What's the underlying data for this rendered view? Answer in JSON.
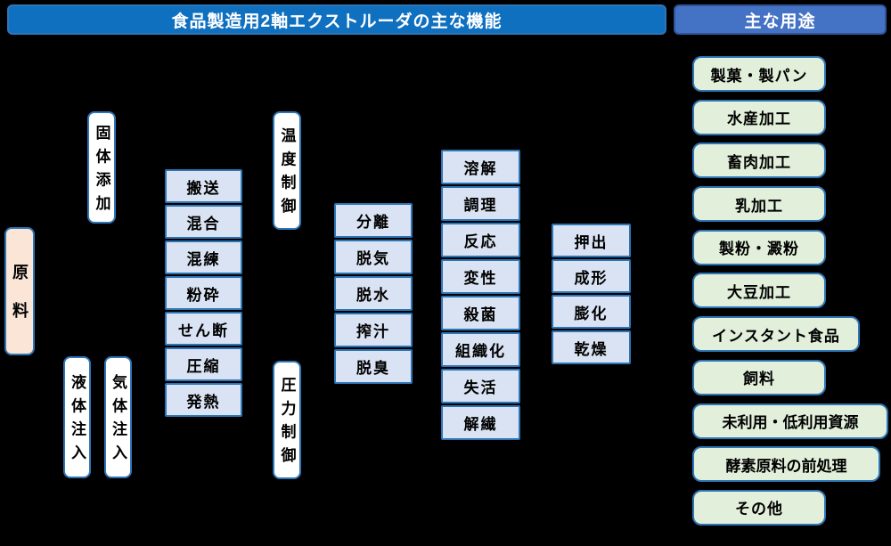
{
  "headers": {
    "functions_title": "食品製造用2軸エクストルーダの主な機能",
    "uses_title": "主な用途"
  },
  "nodes": {
    "raw_material": "原料",
    "solid_addition": "固体添加",
    "liquid_injection": "液体注入",
    "gas_injection": "気体注入",
    "temperature_control": "温度制御",
    "pressure_control": "圧力制御"
  },
  "function_columns": [
    {
      "items": [
        "搬送",
        "混合",
        "混練",
        "粉砕",
        "せん断",
        "圧縮",
        "発熱"
      ]
    },
    {
      "items": [
        "分離",
        "脱気",
        "脱水",
        "搾汁",
        "脱臭"
      ]
    },
    {
      "items": [
        "溶解",
        "調理",
        "反応",
        "変性",
        "殺菌",
        "組織化",
        "失活",
        "解繊"
      ]
    },
    {
      "items": [
        "押出",
        "成形",
        "膨化",
        "乾燥"
      ]
    }
  ],
  "uses": [
    "製菓・製パン",
    "水産加工",
    "畜肉加工",
    "乳加工",
    "製粉・澱粉",
    "大豆加工",
    "インスタント食品",
    "飼料",
    "未利用・低利用資源",
    "酵素原料の前処理",
    "その他"
  ],
  "colors": {
    "background": "#000000",
    "header_functions_bg": "#1070C0",
    "header_uses_bg": "#4472C4",
    "box_border": "#2E75B6",
    "function_box_bg": "#DAE3F3",
    "raw_material_bg": "#FBE5D6",
    "control_box_bg": "#FFFFFF",
    "use_box_bg": "#E2EFDA",
    "header_text": "#FFFFFF",
    "box_text": "#000000"
  }
}
